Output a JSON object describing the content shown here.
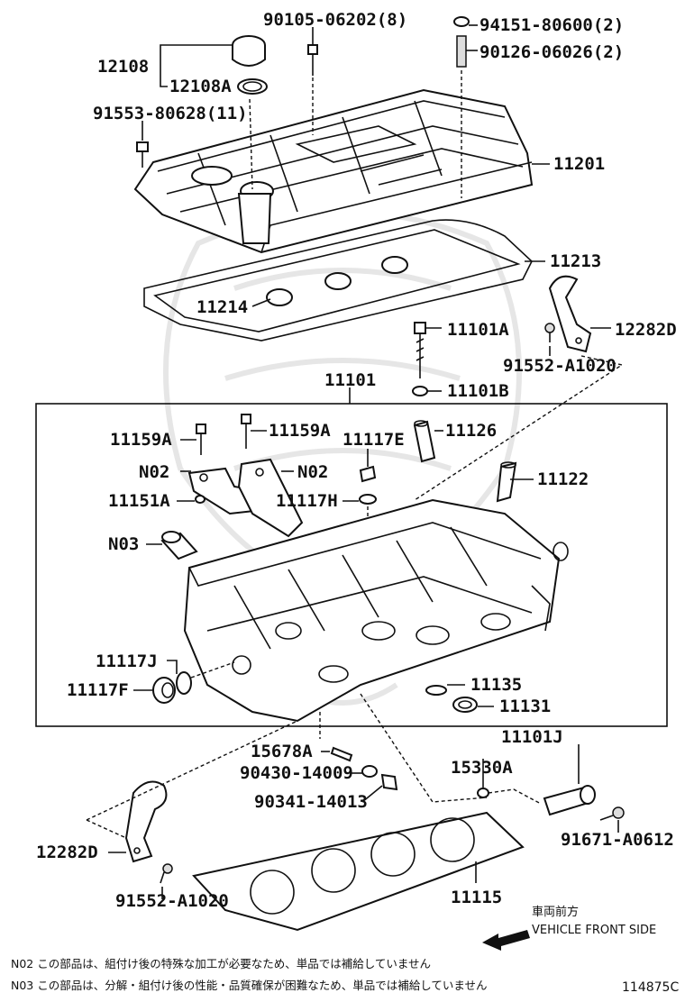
{
  "labels": {
    "p90105": "90105-06202(8)",
    "p94151": "94151-80600(2)",
    "p90126": "90126-06026(2)",
    "p12108": "12108",
    "p12108A": "12108A",
    "p91553": "91553-80628(11)",
    "p11201": "11201",
    "p11213": "11213",
    "p11214": "11214",
    "p11101A": "11101A",
    "p12282D_top": "12282D",
    "p91552_top": "91552-A1020",
    "p11101B": "11101B",
    "p11101": "11101",
    "p11159A_l": "11159A",
    "p11159A_r": "11159A",
    "p11117E": "11117E",
    "p11126": "11126",
    "pN02_l": "N02",
    "pN02_r": "N02",
    "p11122": "11122",
    "p11151A": "11151A",
    "p11117H": "11117H",
    "pN03": "N03",
    "p11117J": "11117J",
    "p11117F": "11117F",
    "p11135": "11135",
    "p11131": "11131",
    "p11101J": "11101J",
    "p15678A": "15678A",
    "p15330A": "15330A",
    "p90430": "90430-14009",
    "p90341": "90341-14013",
    "p12282D_bot": "12282D",
    "p91671": "91671-A0612",
    "p91552_bot": "91552-A1020",
    "p11115": "11115"
  },
  "front": {
    "jp": "車両前方",
    "en": "VEHICLE FRONT SIDE"
  },
  "notes": {
    "n02": "N02 この部品は、組付け後の特殊な加工が必要なため、単品では補給していません",
    "n03": "N03 この部品は、分解・組付け後の性能・品質確保が困難なため、単品では補給していません"
  },
  "ref": "114875C"
}
